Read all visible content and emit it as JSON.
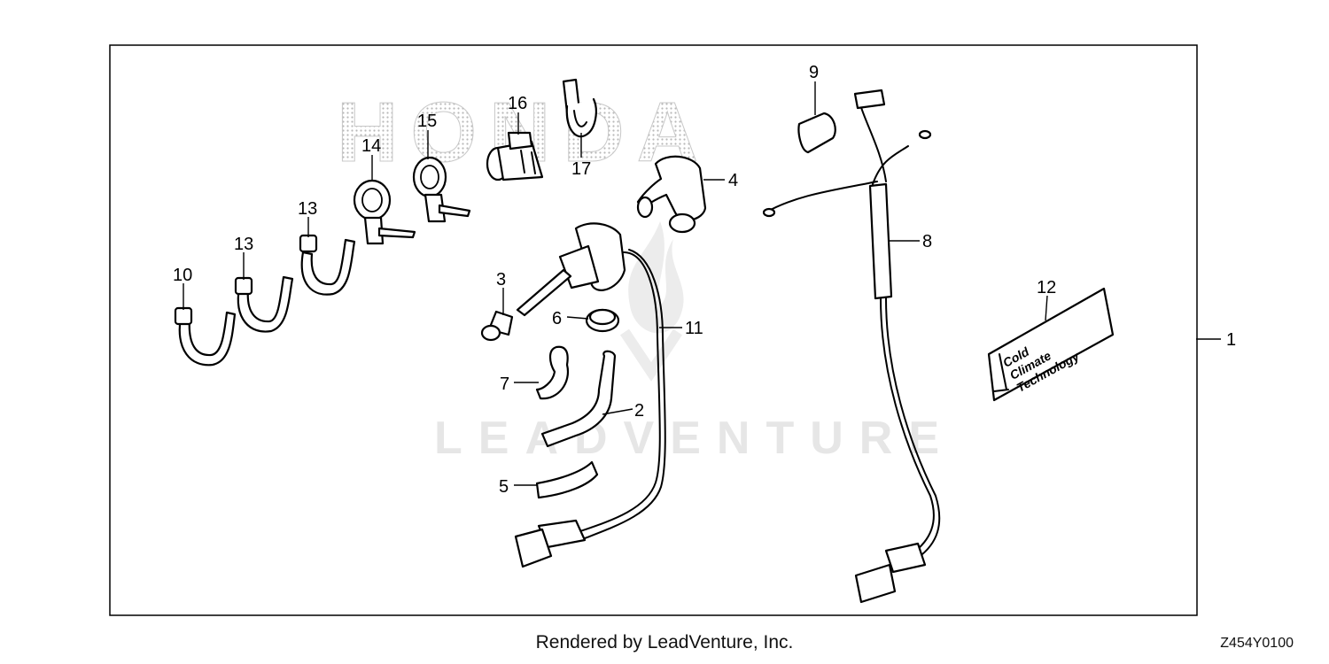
{
  "watermark": {
    "brand": "HONDA",
    "company": "LEADVENTURE"
  },
  "label_plate": {
    "line1": "Cold",
    "line2": "Climate",
    "line3": "Technology"
  },
  "callouts": [
    "1",
    "2",
    "3",
    "4",
    "5",
    "6",
    "7",
    "8",
    "9",
    "10",
    "11",
    "12",
    "13",
    "13",
    "14",
    "15",
    "16",
    "17"
  ],
  "footer": {
    "credit": "Rendered by LeadVenture, Inc.",
    "diagram_code": "Z454Y0100"
  }
}
